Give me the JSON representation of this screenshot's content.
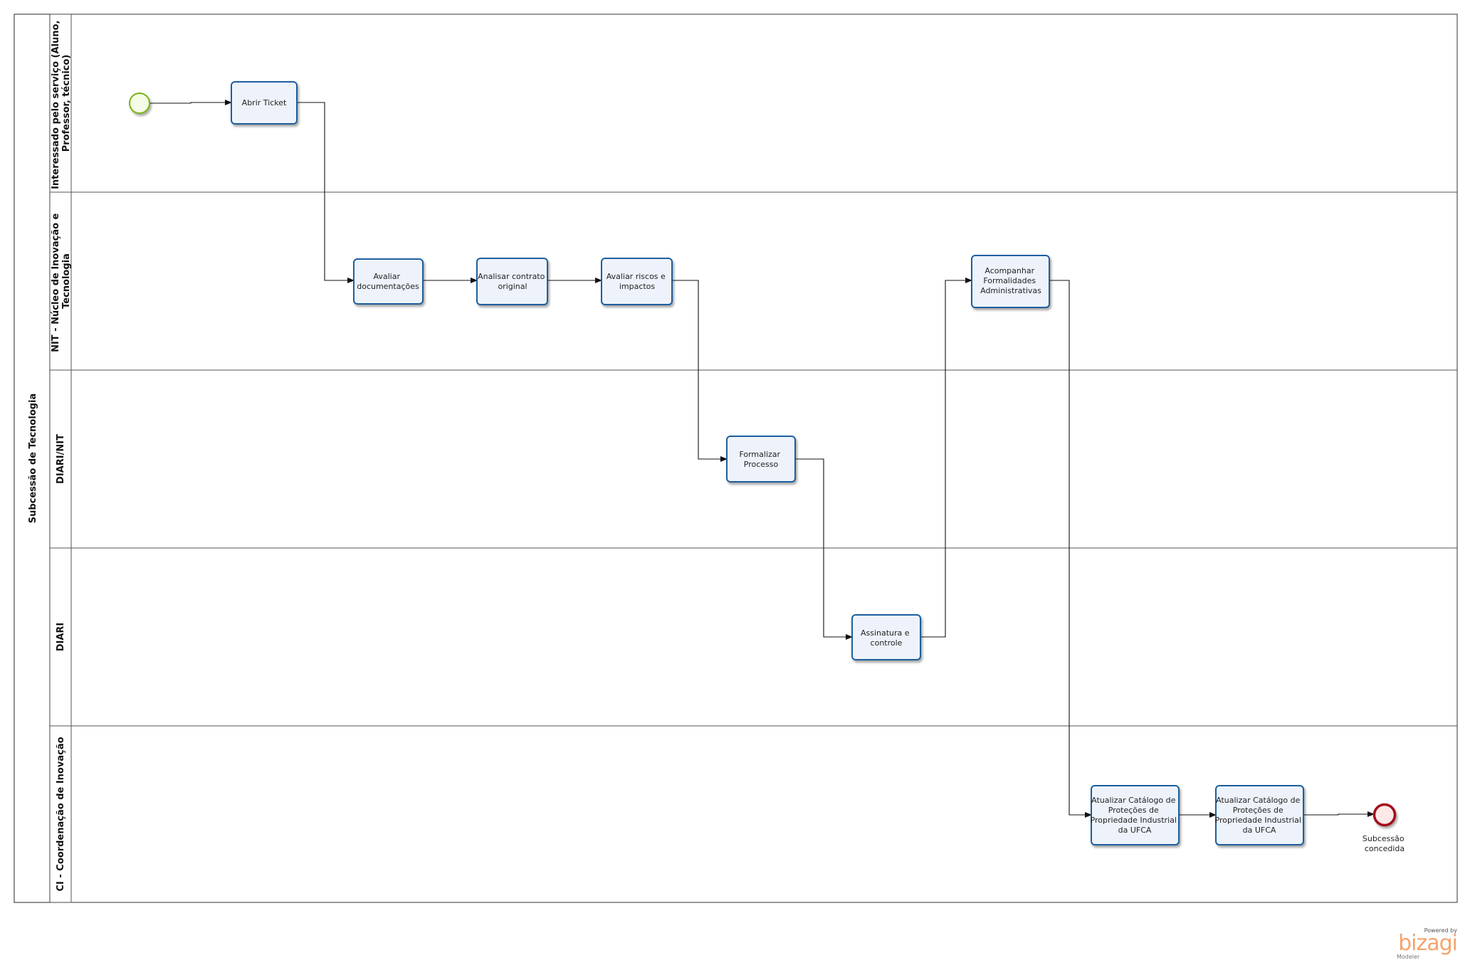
{
  "pool": {
    "title": "Subcessão de Tecnologia"
  },
  "lanes": [
    {
      "id": "lane-interessado",
      "lines": [
        "Interessado pelo serviço (Aluno,",
        "Professor, técnico)"
      ]
    },
    {
      "id": "lane-nit",
      "lines": [
        "NIT - Núcleo de Inovação e",
        "Tecnologia"
      ]
    },
    {
      "id": "lane-diari-nit",
      "lines": [
        "DIARI/NIT"
      ]
    },
    {
      "id": "lane-diari",
      "lines": [
        "DIARI"
      ]
    },
    {
      "id": "lane-ci",
      "lines": [
        "CI - Coordenação de Inovação"
      ]
    }
  ],
  "tasks": [
    {
      "id": "abrir-ticket",
      "lines": [
        "Abrir Ticket"
      ]
    },
    {
      "id": "avaliar-documentacoes",
      "lines": [
        "Avaliar",
        "documentações"
      ]
    },
    {
      "id": "analisar-contrato",
      "lines": [
        "Analisar contrato",
        "original"
      ]
    },
    {
      "id": "avaliar-riscos",
      "lines": [
        "Avaliar riscos e",
        "impactos"
      ]
    },
    {
      "id": "formalizar-processo",
      "lines": [
        "Formalizar",
        "Processo"
      ]
    },
    {
      "id": "assinatura-controle",
      "lines": [
        "Assinatura e",
        "controle"
      ]
    },
    {
      "id": "acompanhar-formalidades",
      "lines": [
        "Acompanhar",
        "Formalidades",
        "Administrativas"
      ]
    },
    {
      "id": "atualizar-catalogo-1",
      "lines": [
        "Atualizar Catálogo de",
        "Proteções de",
        "Propriedade Industrial",
        "da UFCA"
      ]
    },
    {
      "id": "atualizar-catalogo-2",
      "lines": [
        "Atualizar Catálogo de",
        "Proteções de",
        "Propriedade Industrial",
        "da UFCA"
      ]
    }
  ],
  "events": {
    "end_label": [
      "Subcessão",
      "concedida"
    ]
  },
  "branding": {
    "powered": "Powered by",
    "brand": "bizagi",
    "product": "Modeler"
  },
  "colors": {
    "task_fill": "#eef3fb",
    "task_stroke": "#1f5f9e",
    "start_stroke": "#7ab317",
    "start_fill": "#f4fbe6",
    "end_stroke": "#a3101a",
    "end_fill": "#fde8e8",
    "lane_stroke": "#555555"
  }
}
